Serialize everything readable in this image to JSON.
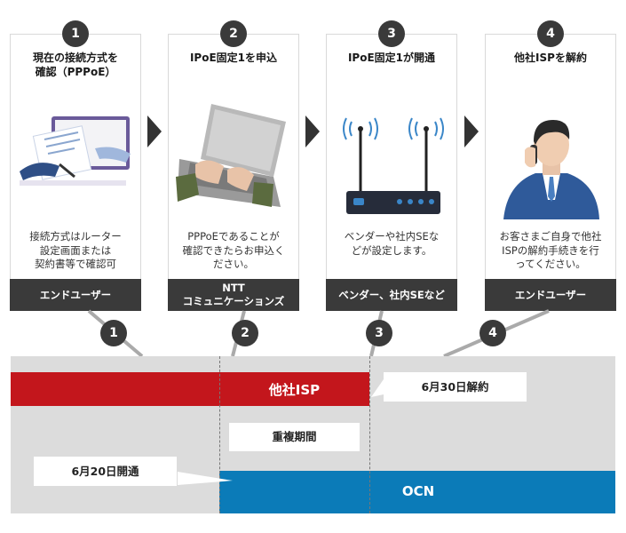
{
  "steps": [
    {
      "num": "1",
      "title": "現在の接続方式を\n確認（PPPoE）",
      "desc": "接続方式はルーター\n設定画面または\n契約書等で確認可",
      "actor": "エンドユーザー"
    },
    {
      "num": "2",
      "title": "IPoE固定1を申込",
      "desc": "PPPoEであることが\n確認できたらお申込く\nださい。",
      "actor": "NTT\nコミュニケーションズ"
    },
    {
      "num": "3",
      "title": "IPoE固定1が開通",
      "desc": "ベンダーや社内SEな\nどが設定します。",
      "actor": "ベンダー、社内SEなど"
    },
    {
      "num": "4",
      "title": "他社ISPを解約",
      "desc": "お客さまご自身で他社\nISPの解約手続きを行\nってください。",
      "actor": "エンドユーザー"
    }
  ],
  "timeline": {
    "markers": [
      "1",
      "2",
      "3",
      "4"
    ],
    "isp_label": "他社ISP",
    "ocn_label": "OCN",
    "overlap_label": "重複期間",
    "start_label": "6月20日開通",
    "end_label": "6月30日解約"
  },
  "colors": {
    "isp": "#c3161c",
    "ocn": "#0b7bb8",
    "dark": "#3a3a3a",
    "timeline_bg": "#dcdcdc"
  }
}
